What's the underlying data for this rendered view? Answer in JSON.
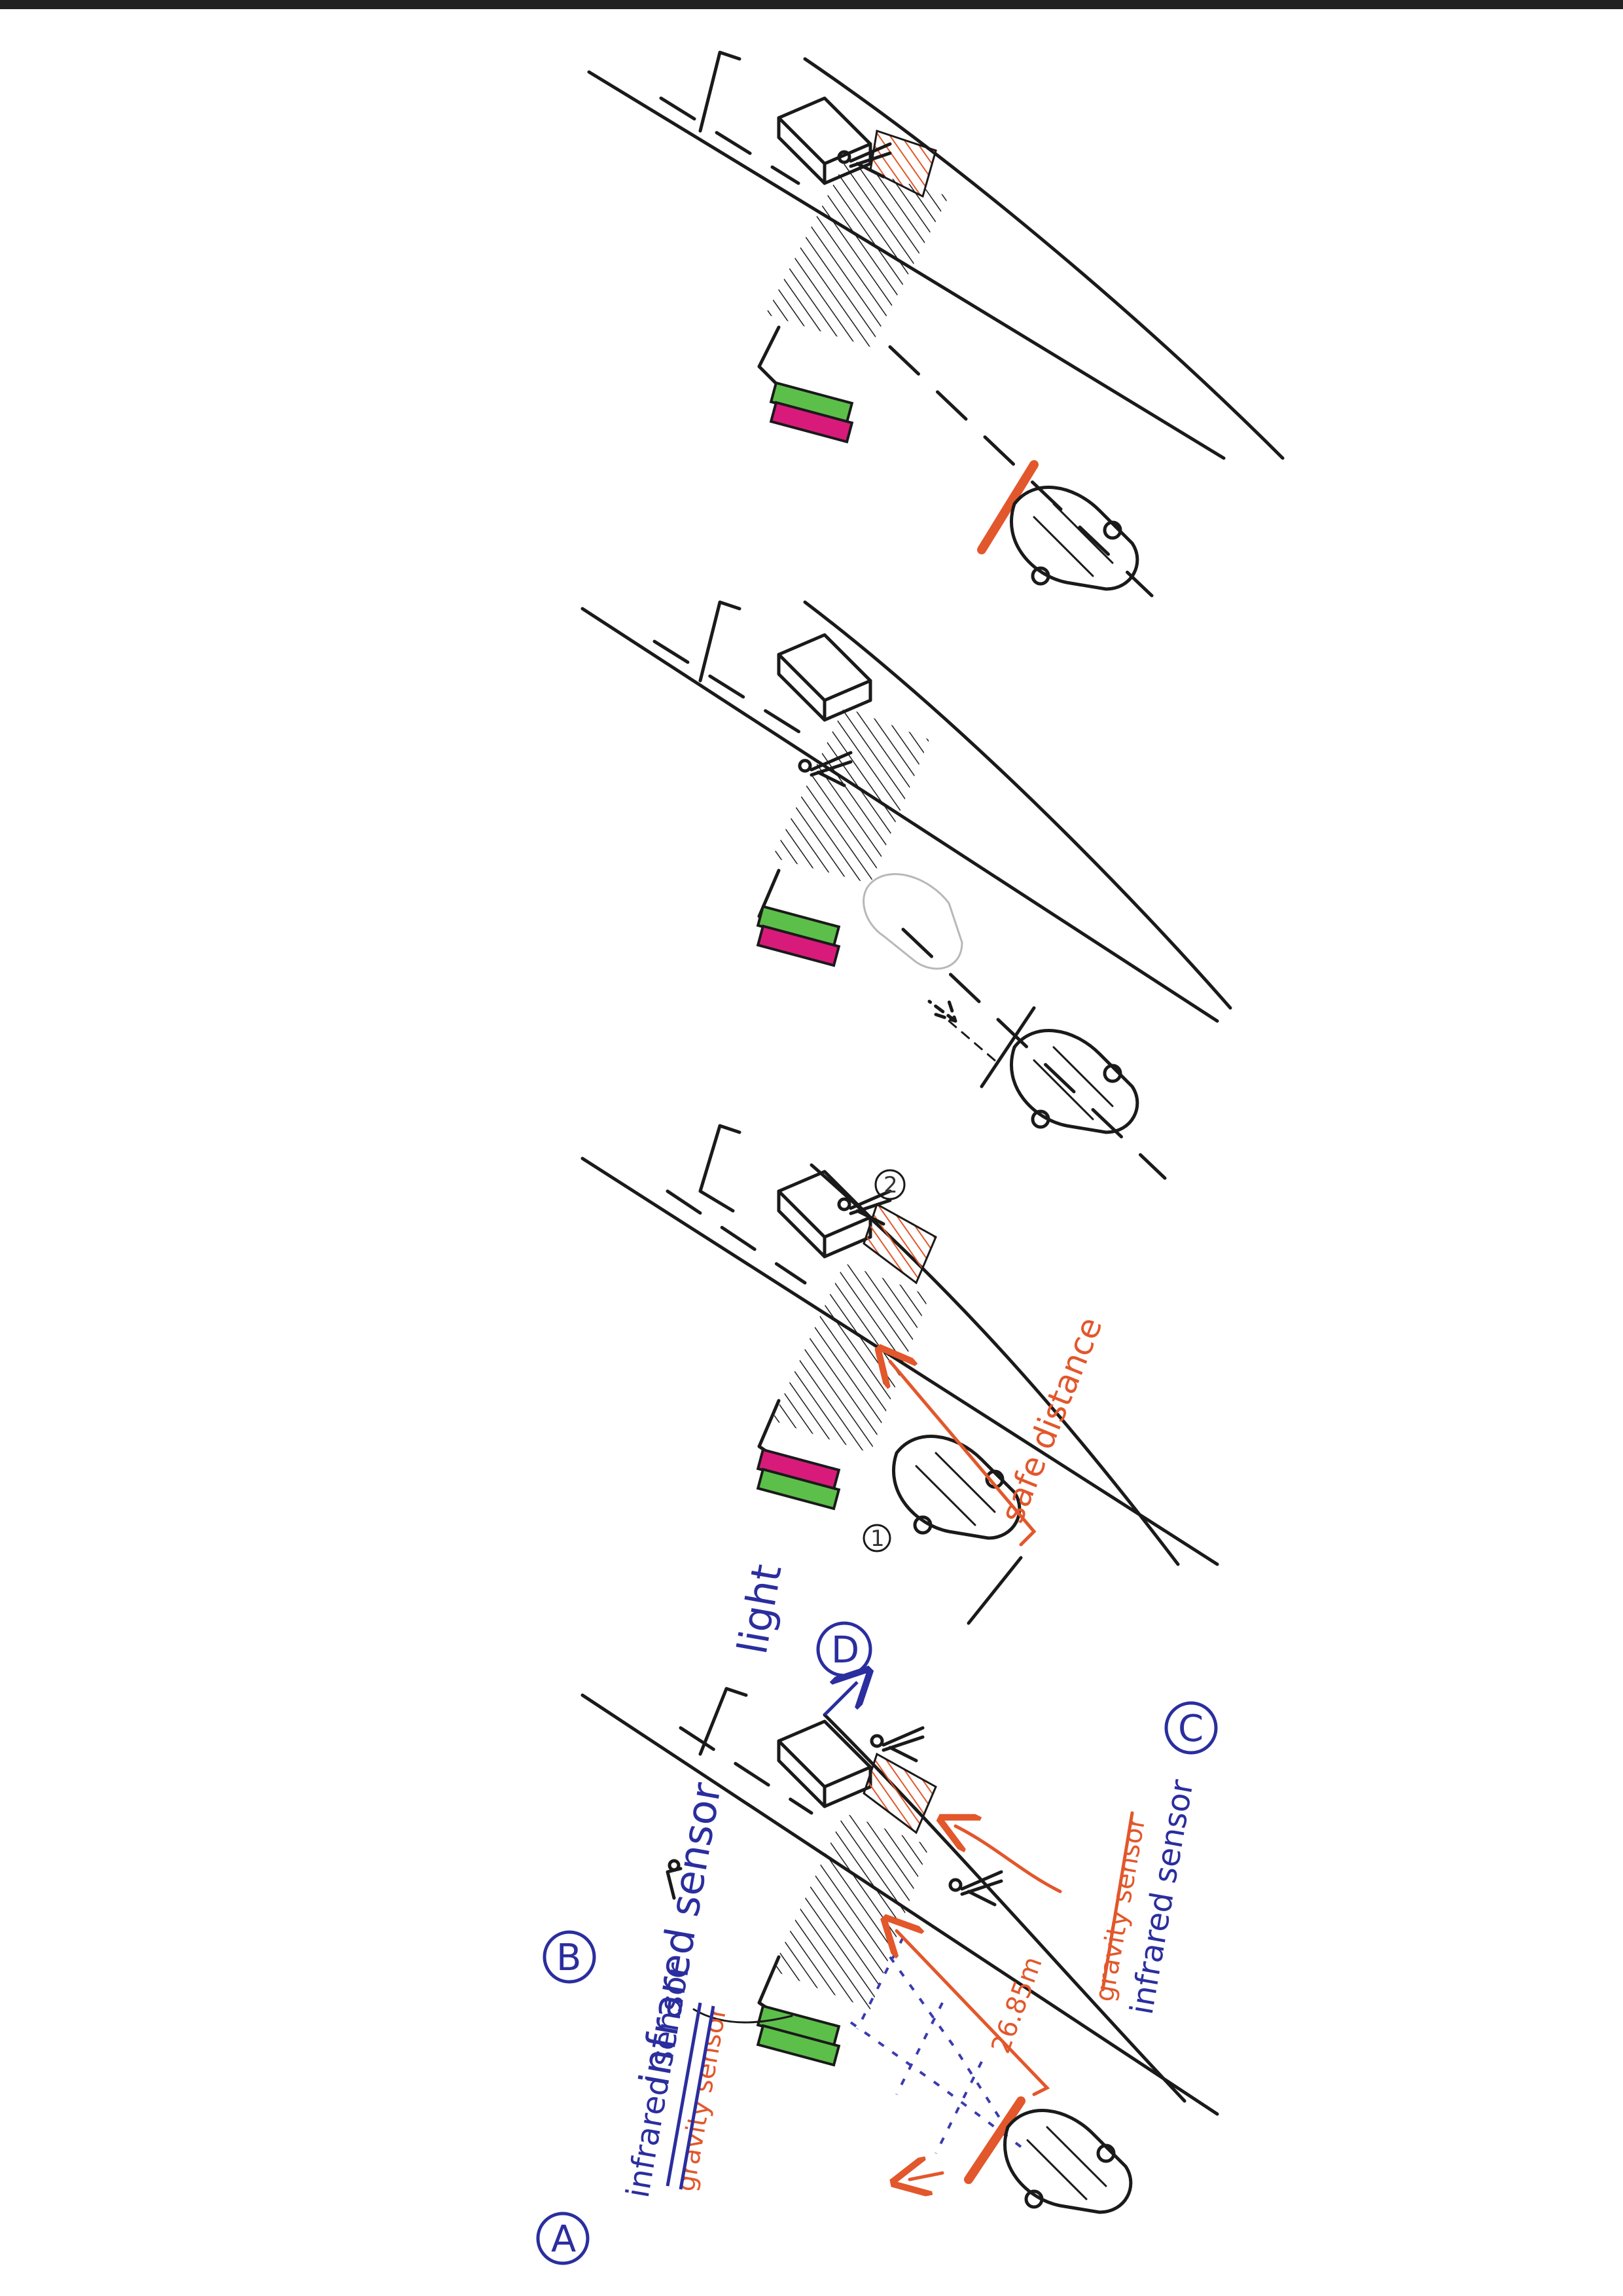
{
  "labels": {
    "label_a": "A",
    "label_b": "B",
    "label_c": "C",
    "label_d": "D",
    "infrared_sensor_b": "infrared sensor",
    "infrared_sensor_a": "infrared sensor",
    "gravity_sensor_a_struck": "gravity sensor",
    "gravity_sensor_c_struck": "gravity sensor",
    "infrared_sensor_c": "infrared sensor",
    "light": "light",
    "distance": "26.85m",
    "safe_distance": "safe distance",
    "step_1": "1",
    "step_2": "2"
  },
  "colors": {
    "ink": "#1a1a1a",
    "annotation_blue": "#2b2e9e",
    "sensor_orange": "#e2572b",
    "signal_green": "#5cbf4a",
    "signal_magenta": "#d81b7a"
  },
  "panels": [
    {
      "name": "panel-1",
      "signal_top": "green",
      "signal_bottom": "green"
    },
    {
      "name": "panel-2",
      "signal_top": "magenta",
      "signal_bottom": "green"
    },
    {
      "name": "panel-3",
      "signal_top": "green",
      "signal_bottom": "magenta"
    },
    {
      "name": "panel-4",
      "signal_top": "green",
      "signal_bottom": "magenta"
    }
  ]
}
